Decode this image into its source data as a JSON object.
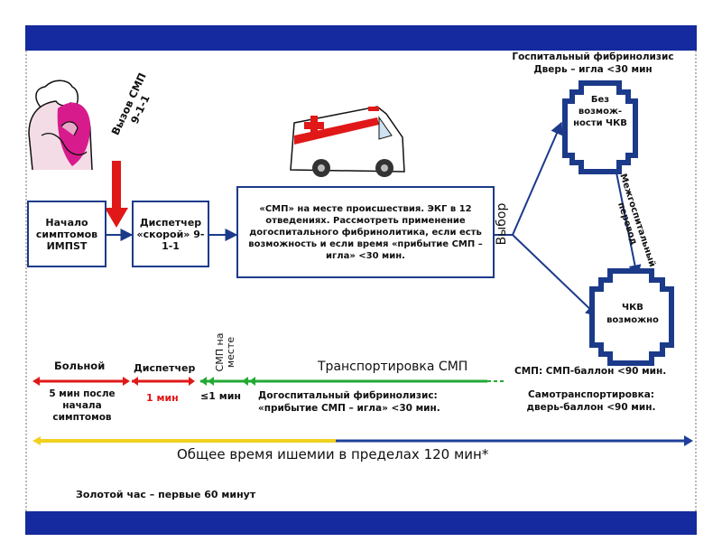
{
  "hospital_header": {
    "line1": "Госпитальный фибринолизис",
    "line2": "Дверь – игла <30 мин"
  },
  "rotated": {
    "call": "Вызов СМП",
    "number": "9-1-1",
    "choice": "Выбор",
    "transfer": "Межгоспитальный перевод",
    "smp_on_site": "СМП на месте"
  },
  "boxes": {
    "onset": "Начало симптомов ИМПST",
    "dispatcher": "Диспетчер «скорой» 9-1-1",
    "smp": "«СМП» на месте происшествия. ЭКГ в 12 отведениях. Рассмотреть применение догоспитального фибринолитика, если есть возможность и если время «прибытие СМП – игла» <30 мин.",
    "no_pci": "Без возмож- ности ЧКВ",
    "pci": "ЧКВ возможно"
  },
  "timeline": {
    "patient": "Больной",
    "patient_detail": "5 мин после начала симптомов",
    "dispatcher": "Диспетчер",
    "dispatcher_time": "1 мин",
    "on_site_time": "≤1 мин",
    "transport": "Транспортировка СМП",
    "prehospital": "Догоспитальный фибринолизис: «прибытие СМП – игла» <30 мин.",
    "smp_balloon": "СМП: СМП-баллон <90 мин.",
    "self_transport": "Самотранспортировка: дверь-баллон <90 мин.",
    "total_ischemia": "Общее время ишемии в пределах 120 мин*",
    "golden_hour": "Золотой час – первые 60 минут"
  },
  "colors": {
    "navy": "#142a9e",
    "box_border": "#1b3a8a",
    "red": "#e01818",
    "green": "#22aa33",
    "yellow": "#f0d020",
    "pink": "#d81b8c",
    "dark_blue": "#1f3f9a"
  }
}
